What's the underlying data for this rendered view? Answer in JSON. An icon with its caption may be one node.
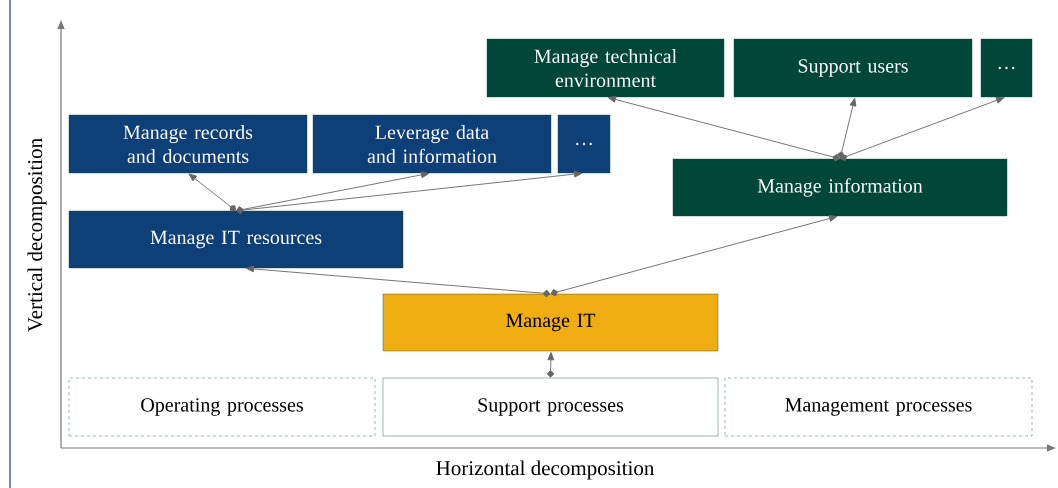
{
  "diagram": {
    "nodes": [
      {
        "text": [
          "Operating processes"
        ]
      },
      {
        "text": [
          "Support processes"
        ]
      },
      {
        "text": [
          "Management processes"
        ]
      },
      {
        "text": [
          "Manage IT"
        ]
      },
      {
        "text": [
          "Manage IT resources"
        ]
      },
      {
        "text": [
          "Manage information"
        ]
      },
      {
        "text": [
          "Manage records and documents"
        ]
      },
      {
        "text": [
          "Leverage data and information"
        ]
      },
      {
        "text": [
          "…"
        ]
      },
      {
        "text": [
          "Manage technical environment"
        ]
      },
      {
        "text": [
          "Support users"
        ]
      },
      {
        "text": [
          "…"
        ]
      }
    ],
    "edges": [
      {
        "from": 1,
        "to": 3,
        "arrow": "to"
      },
      {
        "from": 3,
        "to": 4,
        "arrow": "to"
      },
      {
        "from": 3,
        "to": 5,
        "arrow": "to"
      },
      {
        "from": 4,
        "to": 6,
        "arrow": "to"
      },
      {
        "from": 4,
        "to": 7,
        "arrow": "to"
      },
      {
        "from": 4,
        "to": 8,
        "arrow": "to"
      },
      {
        "from": 5,
        "to": 9,
        "arrow": "to"
      },
      {
        "from": 5,
        "to": 10,
        "arrow": "to"
      },
      {
        "from": 5,
        "to": 11,
        "arrow": "to"
      }
    ],
    "labels": [
      "Vertical decomposition",
      "Horizontal decomposition"
    ]
  }
}
